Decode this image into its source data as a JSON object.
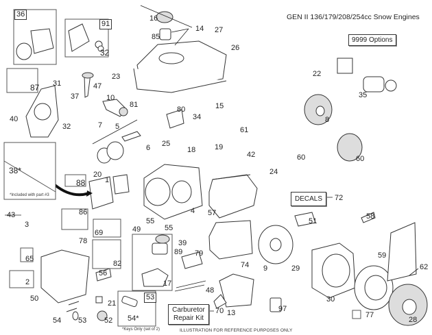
{
  "title": "GEN II 136/179/208/254cc Snow Engines",
  "buttons": {
    "options": "9999 Options",
    "decals": "DECALS",
    "carburetor_kit_line1": "Carburetor",
    "carburetor_kit_line2": "Repair Kit"
  },
  "footer": "ILLUSTRATION FOR REFERENCE PURPOSES ONLY",
  "notes": {
    "included_with": "*Included with part #3",
    "keys_only": "*Keys Only (set of 2)"
  },
  "kits": {
    "k36": "36",
    "k91": "91",
    "k32": "32",
    "k87": "87",
    "k38": "38*",
    "k88": "88",
    "k86": "86",
    "k69": "69",
    "k65": "65",
    "k82": "82",
    "k2": "2",
    "k53": "53",
    "k54s": "54*",
    "k77": "77"
  },
  "callouts": {
    "c16": "16",
    "c14": "14",
    "c27": "27",
    "c85": "85",
    "c26": "26",
    "c22": "22",
    "c35": "35",
    "c23": "23",
    "c31": "31",
    "c47": "47",
    "c37": "37",
    "c10": "10",
    "c81": "81",
    "c40": "40",
    "c32b": "32",
    "c7": "7",
    "c5": "5",
    "c80": "80",
    "c34": "34",
    "c15": "15",
    "c61": "61",
    "c8": "8",
    "c6": "6",
    "c25": "25",
    "c18": "18",
    "c19": "19",
    "c42": "42",
    "c60a": "60",
    "c60b": "60",
    "c20": "20",
    "c1": "1",
    "c24": "24",
    "c72": "72",
    "c57": "57",
    "c4": "4",
    "c43": "43",
    "c3": "3",
    "c55a": "55",
    "c55b": "55",
    "c49": "49",
    "c51": "51",
    "c58": "58",
    "c39": "39",
    "c89": "89",
    "c78": "78",
    "c79": "79",
    "c74": "74",
    "c9": "9",
    "c29": "29",
    "c59": "59",
    "c62": "62",
    "c17": "17",
    "c56": "56",
    "c50": "50",
    "c48": "48",
    "c21": "21",
    "c30": "30",
    "c13": "13",
    "c97": "97",
    "c70": "70",
    "c54": "54",
    "c53b": "53",
    "c52": "52",
    "c28": "28"
  }
}
